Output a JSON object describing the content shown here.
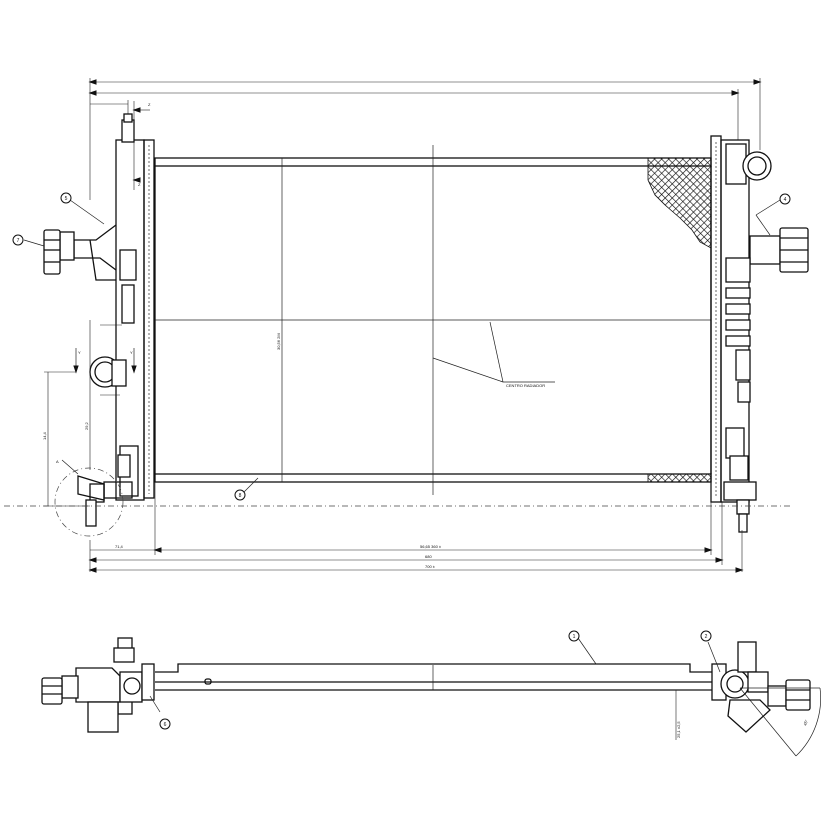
{
  "drawing": {
    "center_label": "CENTRO RADIADOR",
    "section_markers": {
      "y_left": "Y",
      "y_right": "Y",
      "z_top": "Z",
      "z_bottom": "Z",
      "detail": "A"
    },
    "balloons": {
      "top_left_connector": "7",
      "left_tank": "5",
      "right_tank": "4",
      "bottom_rail": "8",
      "side_view_rail": "1",
      "side_view_right": "2",
      "side_view_left": "6"
    }
  }
}
